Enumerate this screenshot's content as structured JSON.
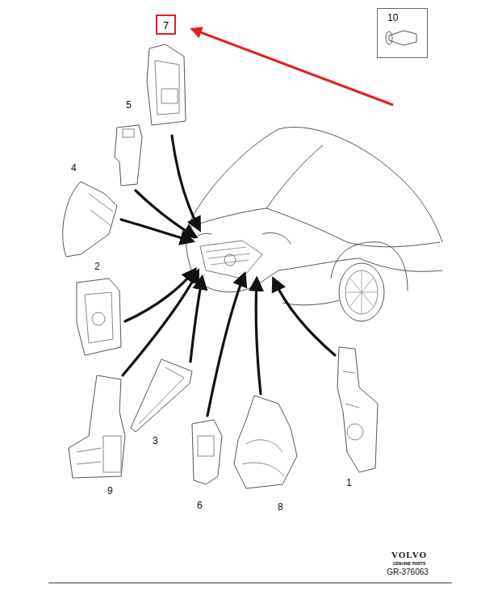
{
  "diagram": {
    "nodes": [
      {
        "text": [
          "7"
        ]
      },
      {
        "text": [
          "10"
        ]
      }
    ],
    "labels": [
      "5",
      "4",
      "2",
      "3",
      "9",
      "6",
      "8",
      "1",
      "VOLVO",
      "GENUINE PARTS",
      "GR-376063"
    ]
  }
}
